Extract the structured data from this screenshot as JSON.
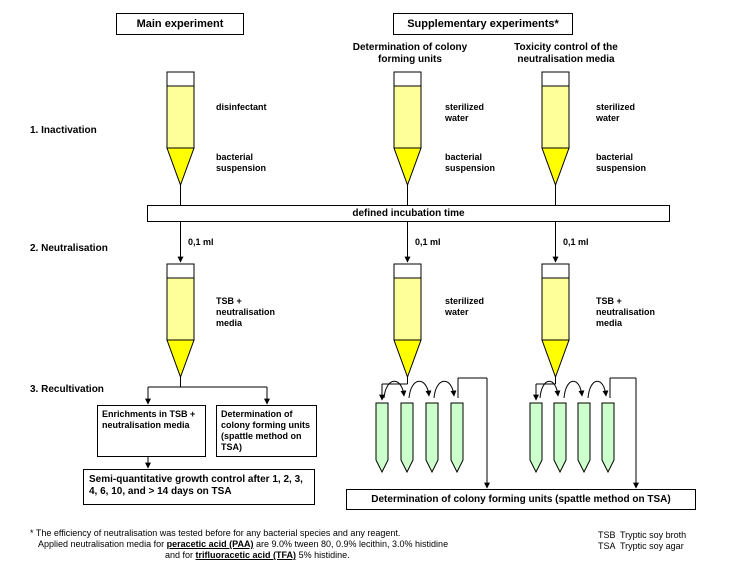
{
  "headers": {
    "main": "Main experiment",
    "supplementary": "Supplementary experiments*"
  },
  "columns": {
    "cfu_title": "Determination of colony forming units",
    "tox_title": "Toxicity control of the neutralisation media"
  },
  "steps": {
    "inactivation": "1. Inactivation",
    "neutralisation": "2. Neutralisation",
    "recultivation": "3. Recultivation"
  },
  "tube_labels": {
    "disinfectant": "disinfectant",
    "sterilized_water": "sterilized water",
    "bacterial_suspension": "bacterial suspension",
    "tsb_neutralisation": "TSB + neutralisation media"
  },
  "incubation": "defined incubation time",
  "transfer_volume": "0,1 ml",
  "boxes": {
    "enrichments": "Enrichments in TSB + neutralisation media",
    "determination_cfu_small": "Determination of colony forming units (spattle method on TSA)",
    "semi_quant": "Semi-quantitative growth control after 1, 2, 3, 4, 6, 10, and > 14 days on TSA",
    "determination_cfu_wide": "Determination of colony forming units (spattle method on TSA)"
  },
  "footnote": {
    "line1": "* The efficiency of neutralisation was tested before for any bacterial species and any reagent.",
    "line2_pre": "Applied neutralisation media for ",
    "paa": "peracetic acid (PAA)",
    "line2_post": " are 9.0% tween 80, 0.9% lecithin, 3.0% histidine",
    "line3_pre": "and for ",
    "tfa": "trifluoracetic acid (TFA)",
    "line3_post": " 5% histidine."
  },
  "abbreviations": [
    {
      "abbr": "TSB",
      "meaning": "Tryptic soy broth"
    },
    {
      "abbr": "TSA",
      "meaning": "Tryptic soy agar"
    }
  ],
  "colors": {
    "tube_yellow": "#ffff99",
    "tip_yellow": "#ffff00",
    "plate_green": "#ccffcc"
  }
}
